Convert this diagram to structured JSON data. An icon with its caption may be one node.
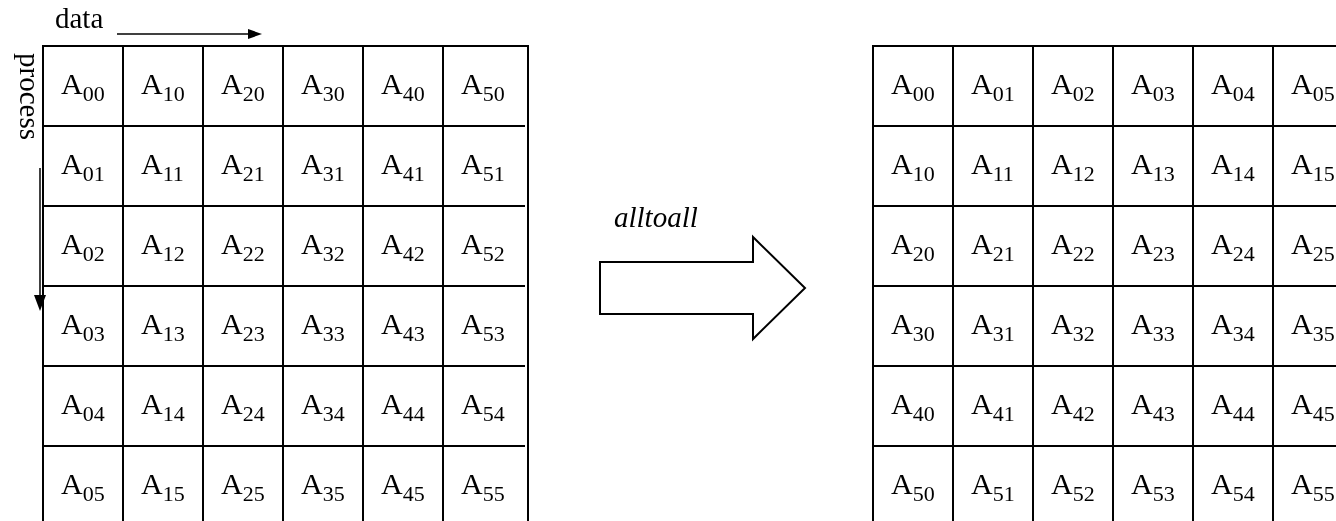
{
  "diagram": {
    "nodes": [
      {
        "text": [],
        "shape": "box"
      },
      {
        "text": [
          "A$_{00}$"
        ],
        "in": 0
      },
      {
        "text": [
          "A$_{10}$"
        ],
        "in": 0
      },
      {
        "text": [
          "A$_{20}$"
        ],
        "in": 0
      },
      {
        "text": [
          "A$_{30}$"
        ],
        "in": 0
      },
      {
        "text": [
          "A$_{40}$"
        ],
        "in": 0
      },
      {
        "text": [
          "A$_{50}$"
        ],
        "in": 0
      },
      {
        "text": [
          "A$_{01}$"
        ],
        "in": 0
      },
      {
        "text": [
          "A$_{11}$"
        ],
        "in": 0
      },
      {
        "text": [
          "A$_{21}$"
        ],
        "in": 0
      },
      {
        "text": [
          "A$_{31}$"
        ],
        "in": 0
      },
      {
        "text": [
          "A$_{41}$"
        ],
        "in": 0
      },
      {
        "text": [
          "A$_{51}$"
        ],
        "in": 0
      },
      {
        "text": [
          "A$_{02}$"
        ],
        "in": 0
      },
      {
        "text": [
          "A$_{12}$"
        ],
        "in": 0
      },
      {
        "text": [
          "A$_{22}$"
        ],
        "in": 0
      },
      {
        "text": [
          "A$_{32}$"
        ],
        "in": 0
      },
      {
        "text": [
          "A$_{42}$"
        ],
        "in": 0
      },
      {
        "text": [
          "A$_{52}$"
        ],
        "in": 0
      },
      {
        "text": [
          "A$_{03}$"
        ],
        "in": 0
      },
      {
        "text": [
          "A$_{13}$"
        ],
        "in": 0
      },
      {
        "text": [
          "A$_{23}$"
        ],
        "in": 0
      },
      {
        "text": [
          "A$_{33}$"
        ],
        "in": 0
      },
      {
        "text": [
          "A$_{43}$"
        ],
        "in": 0
      },
      {
        "text": [
          "A$_{53}$"
        ],
        "in": 0
      },
      {
        "text": [
          "A$_{04}$"
        ],
        "in": 0
      },
      {
        "text": [
          "A$_{14}$"
        ],
        "in": 0
      },
      {
        "text": [
          "A$_{24}$"
        ],
        "in": 0
      },
      {
        "text": [
          "A$_{34}$"
        ],
        "in": 0
      },
      {
        "text": [
          "A$_{44}$"
        ],
        "in": 0
      },
      {
        "text": [
          "A$_{54}$"
        ],
        "in": 0
      },
      {
        "text": [
          "A$_{05}$"
        ],
        "in": 0
      },
      {
        "text": [
          "A$_{15}$"
        ],
        "in": 0
      },
      {
        "text": [
          "A$_{25}$"
        ],
        "in": 0
      },
      {
        "text": [
          "A$_{35}$"
        ],
        "in": 0
      },
      {
        "text": [
          "A$_{45}$"
        ],
        "in": 0
      },
      {
        "text": [
          "A$_{55}$"
        ],
        "in": 0
      },
      {
        "text": [],
        "shape": "box"
      },
      {
        "text": [
          "A$_{00}$"
        ],
        "in": 37
      },
      {
        "text": [
          "A$_{01}$"
        ],
        "in": 37
      },
      {
        "text": [
          "A$_{02}$"
        ],
        "in": 37
      },
      {
        "text": [
          "A$_{03}$"
        ],
        "in": 37
      },
      {
        "text": [
          "A$_{04}$"
        ],
        "in": 37
      },
      {
        "text": [
          "A$_{05}$"
        ],
        "in": 37
      },
      {
        "text": [
          "A$_{10}$"
        ],
        "in": 37
      },
      {
        "text": [
          "A$_{11}$"
        ],
        "in": 37
      },
      {
        "text": [
          "A$_{12}$"
        ],
        "in": 37
      },
      {
        "text": [
          "A$_{13}$"
        ],
        "in": 37
      },
      {
        "text": [
          "A$_{14}$"
        ],
        "in": 37
      },
      {
        "text": [
          "A$_{15}$"
        ],
        "in": 37
      },
      {
        "text": [
          "A$_{20}$"
        ],
        "in": 37
      },
      {
        "text": [
          "A$_{21}$"
        ],
        "in": 37
      },
      {
        "text": [
          "A$_{22}$"
        ],
        "in": 37
      },
      {
        "text": [
          "A$_{23}$"
        ],
        "in": 37
      },
      {
        "text": [
          "A$_{24}$"
        ],
        "in": 37
      },
      {
        "text": [
          "A$_{25}$"
        ],
        "in": 37
      },
      {
        "text": [
          "A$_{30}$"
        ],
        "in": 37
      },
      {
        "text": [
          "A$_{31}$"
        ],
        "in": 37
      },
      {
        "text": [
          "A$_{32}$"
        ],
        "in": 37
      },
      {
        "text": [
          "A$_{33}$"
        ],
        "in": 37
      },
      {
        "text": [
          "A$_{34}$"
        ],
        "in": 37
      },
      {
        "text": [
          "A$_{35}$"
        ],
        "in": 37
      },
      {
        "text": [
          "A$_{40}$"
        ],
        "in": 37
      },
      {
        "text": [
          "A$_{41}$"
        ],
        "in": 37
      },
      {
        "text": [
          "A$_{42}$"
        ],
        "in": 37
      },
      {
        "text": [
          "A$_{43}$"
        ],
        "in": 37
      },
      {
        "text": [
          "A$_{44}$"
        ],
        "in": 37
      },
      {
        "text": [
          "A$_{45}$"
        ],
        "in": 37
      },
      {
        "text": [
          "A$_{50}$"
        ],
        "in": 37
      },
      {
        "text": [
          "A$_{51}$"
        ],
        "in": 37
      },
      {
        "text": [
          "A$_{52}$"
        ],
        "in": 37
      },
      {
        "text": [
          "A$_{53}$"
        ],
        "in": 37
      },
      {
        "text": [
          "A$_{54}$"
        ],
        "in": 37
      },
      {
        "text": [
          "A$_{55}$"
        ],
        "in": 37
      }
    ],
    "edges": [
      {
        "from": 0,
        "to": 37,
        "arrow": "to",
        "label": "alltoall"
      }
    ],
    "labels": [
      "data",
      "process"
    ]
  }
}
